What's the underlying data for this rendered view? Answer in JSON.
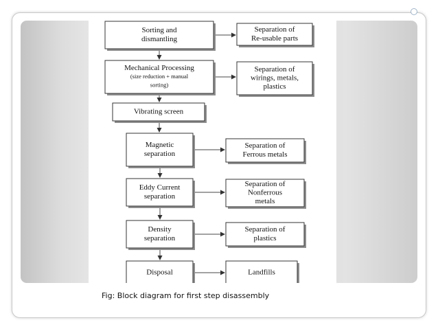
{
  "diagram": {
    "nodes": [
      {
        "id": "sorting",
        "lines": [
          "Sorting and",
          "dismantling"
        ]
      },
      {
        "id": "reusable",
        "lines": [
          "Separation of",
          "Re-usable parts"
        ]
      },
      {
        "id": "mech",
        "lines": [
          "Mechanical Processing",
          "(size reduction + manual",
          "sorting)"
        ]
      },
      {
        "id": "wirings",
        "lines": [
          "Separation of",
          "wirings, metals,",
          "plastics"
        ]
      },
      {
        "id": "vibrating",
        "lines": [
          "Vibrating screen"
        ]
      },
      {
        "id": "magnetic",
        "lines": [
          "Magnetic",
          "separation"
        ]
      },
      {
        "id": "ferrous",
        "lines": [
          "Separation of",
          "Ferrous  metals"
        ]
      },
      {
        "id": "eddy",
        "lines": [
          "Eddy Current",
          "separation"
        ]
      },
      {
        "id": "nonferrous",
        "lines": [
          "Separation of",
          "Nonferrous",
          "metals"
        ]
      },
      {
        "id": "density",
        "lines": [
          "Density",
          "separation"
        ]
      },
      {
        "id": "plastics",
        "lines": [
          "Separation of",
          "plastics"
        ]
      },
      {
        "id": "disposal",
        "lines": [
          "Disposal"
        ]
      },
      {
        "id": "landfills",
        "lines": [
          "Landfills"
        ]
      }
    ],
    "edges": [
      [
        "sorting",
        "reusable"
      ],
      [
        "sorting",
        "mech"
      ],
      [
        "mech",
        "wirings"
      ],
      [
        "mech",
        "vibrating"
      ],
      [
        "vibrating",
        "magnetic"
      ],
      [
        "magnetic",
        "ferrous"
      ],
      [
        "magnetic",
        "eddy"
      ],
      [
        "eddy",
        "nonferrous"
      ],
      [
        "eddy",
        "density"
      ],
      [
        "density",
        "plastics"
      ],
      [
        "density",
        "disposal"
      ],
      [
        "disposal",
        "landfills"
      ]
    ]
  },
  "caption": "Fig: Block diagram for first step disassembly"
}
